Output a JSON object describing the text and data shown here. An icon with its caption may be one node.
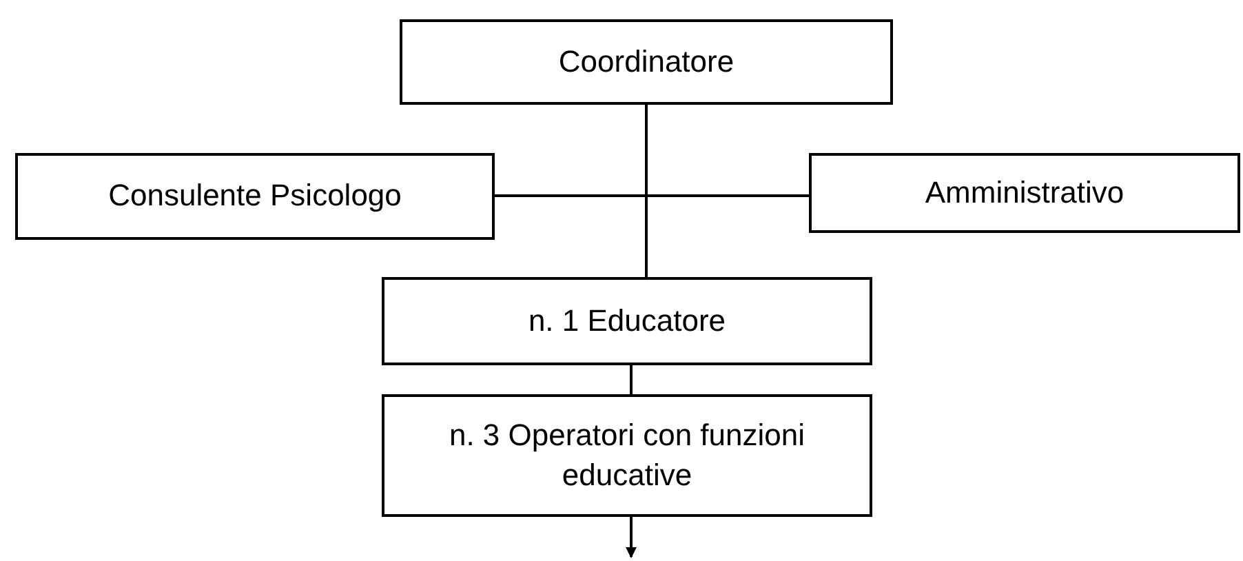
{
  "diagram": {
    "nodes": [
      {
        "text": [
          "Coordinatore"
        ]
      },
      {
        "text": [
          "Consulente Psicologo"
        ]
      },
      {
        "text": [
          "Amministrativo"
        ]
      },
      {
        "text": [
          "n. 1 Educatore"
        ]
      },
      {
        "text": [
          "n. 3 Operatori con funzioni educative"
        ]
      }
    ],
    "edges": [
      {
        "from": 0,
        "to": 3,
        "arrow": "none"
      },
      {
        "from": 1,
        "to": 2,
        "arrow": "none"
      },
      {
        "from": 3,
        "to": 4,
        "arrow": "none"
      },
      {
        "from": 4,
        "to": null,
        "arrow": "to"
      }
    ]
  }
}
